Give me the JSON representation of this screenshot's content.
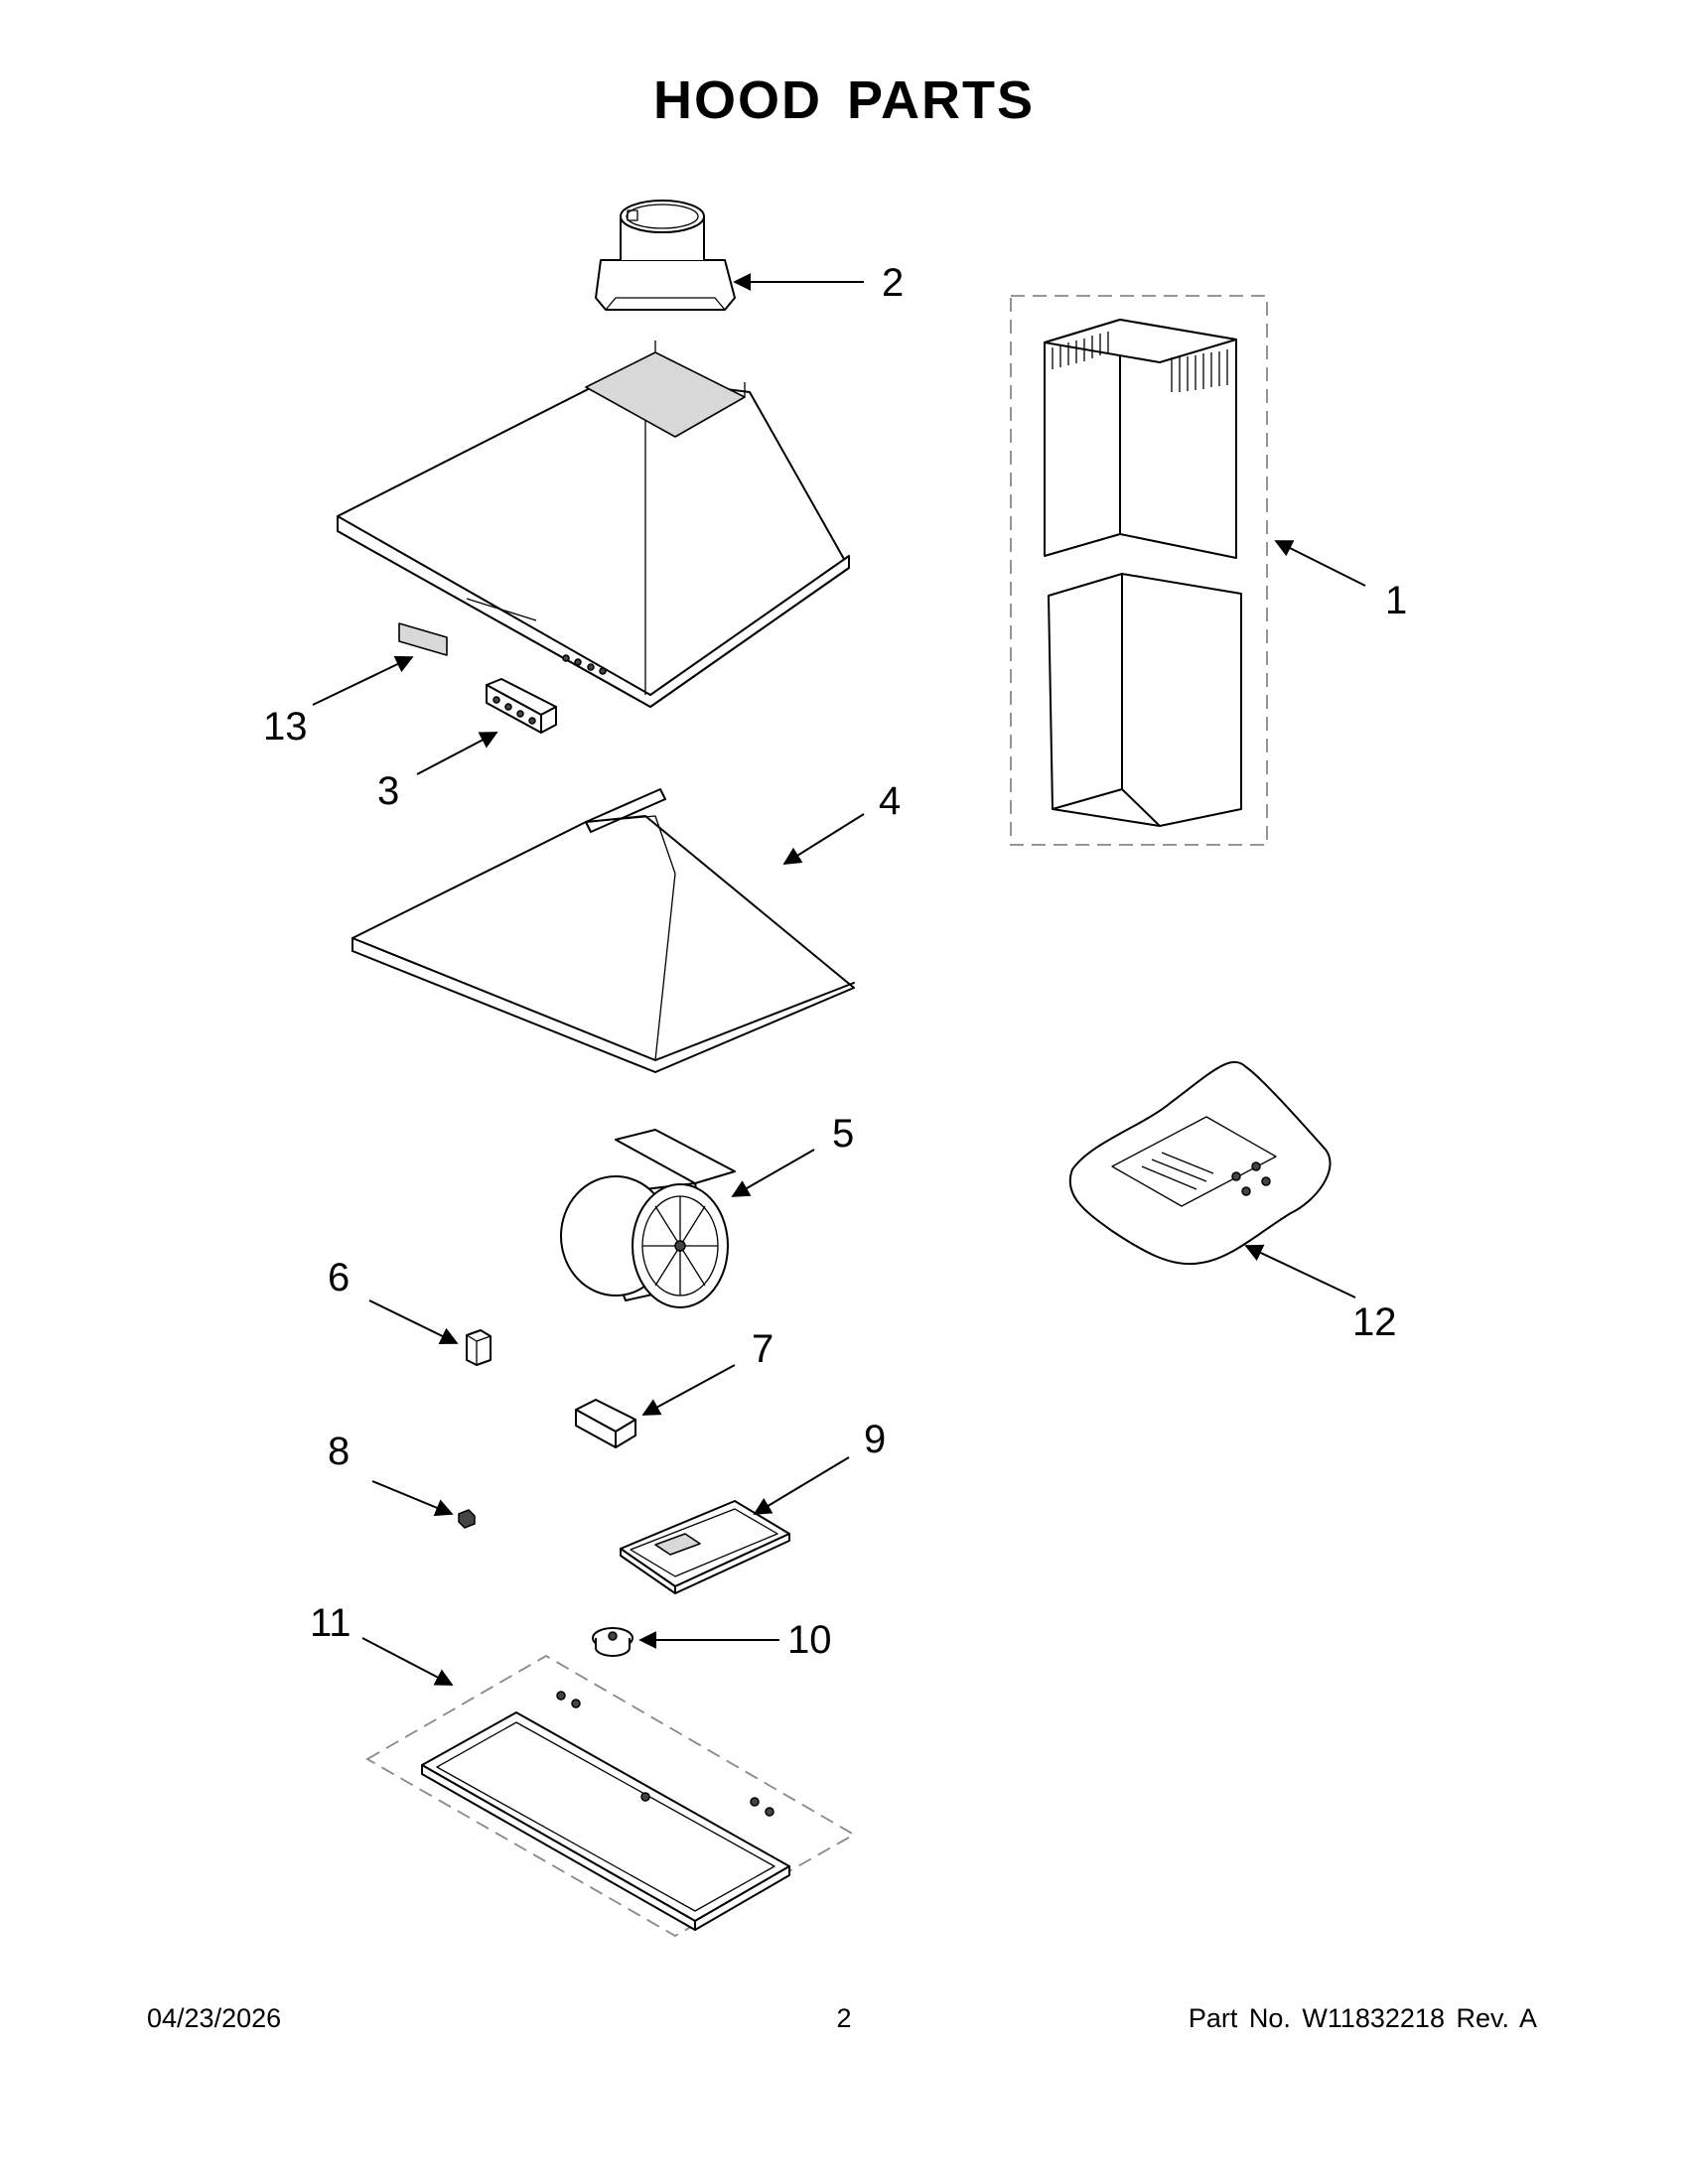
{
  "title": "HOOD PARTS",
  "callouts": [
    "1",
    "2",
    "3",
    "4",
    "5",
    "6",
    "7",
    "8",
    "9",
    "10",
    "11",
    "12",
    "13"
  ],
  "footer": {
    "date": "04/23/2026",
    "page": "2",
    "part_number": "Part No.  W11832218  Rev.  A"
  }
}
